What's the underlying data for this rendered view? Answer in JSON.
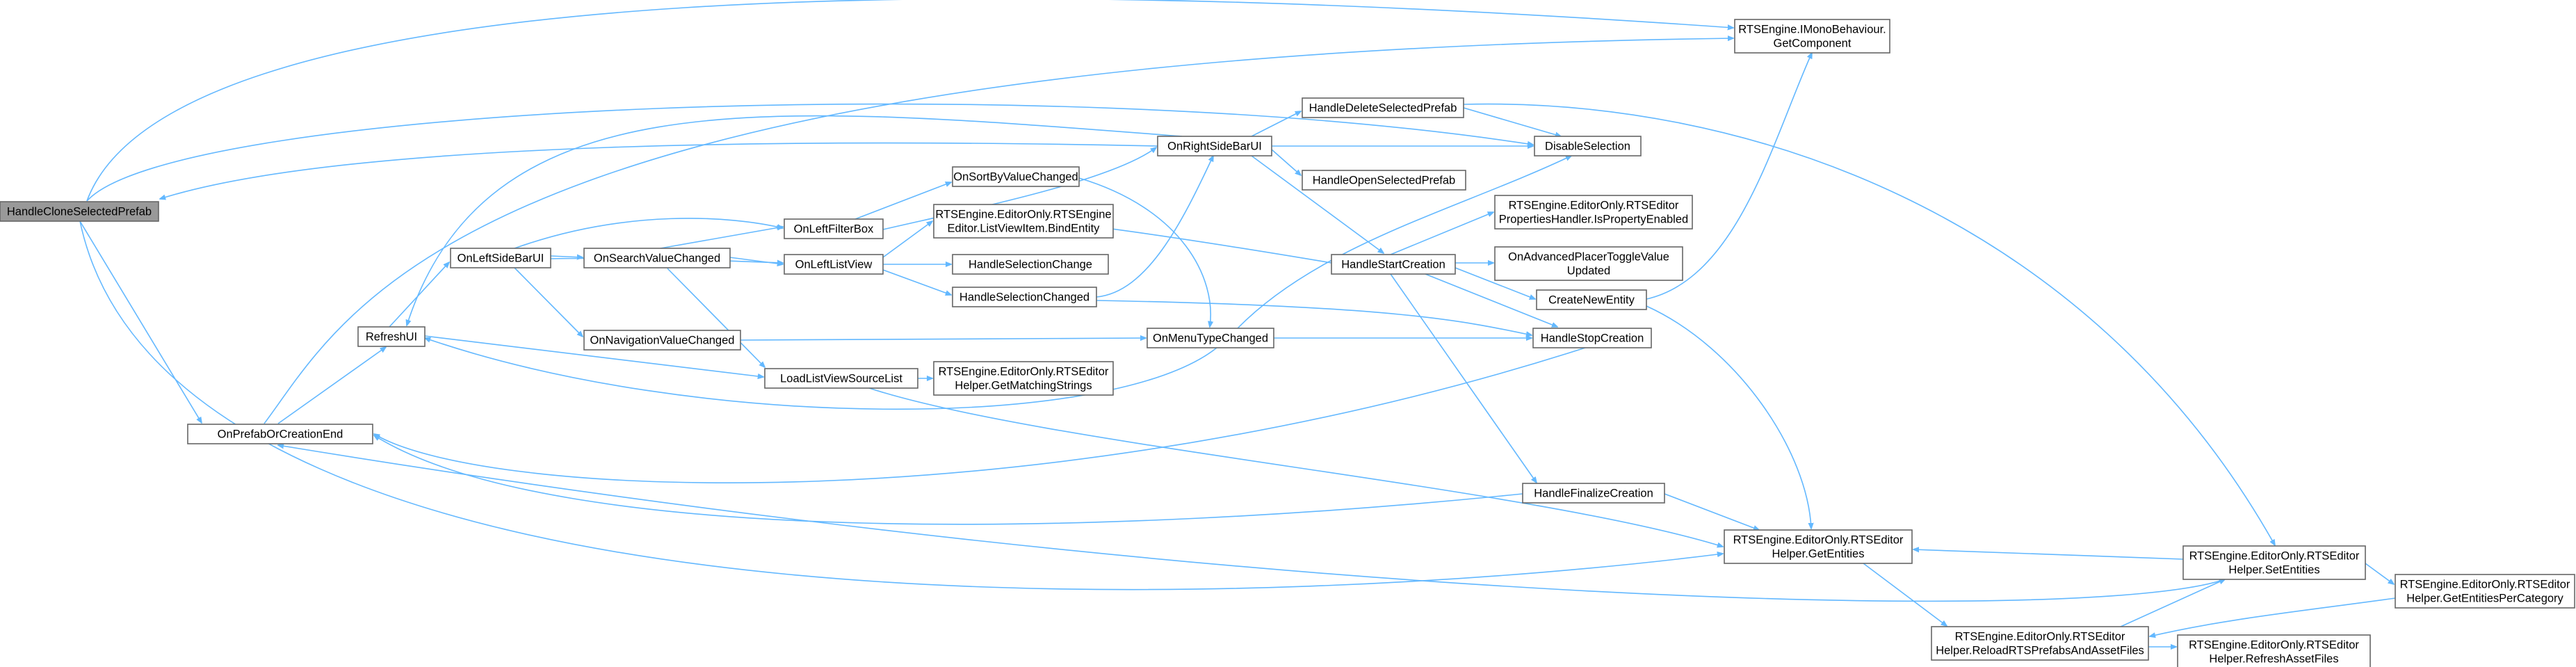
{
  "diagram": {
    "type": "call-graph",
    "nodes": [
      {
        "id": "n0",
        "lines": [
          "HandleCloneSelectedPrefab"
        ],
        "root": true
      },
      {
        "id": "n1",
        "lines": [
          "OnPrefabOrCreationEnd"
        ]
      },
      {
        "id": "n2",
        "lines": [
          "RefreshUI"
        ]
      },
      {
        "id": "n3",
        "lines": [
          "OnLeftSideBarUI"
        ]
      },
      {
        "id": "n4",
        "lines": [
          "OnSearchValueChanged"
        ]
      },
      {
        "id": "n5",
        "lines": [
          "OnNavigationValueChanged"
        ]
      },
      {
        "id": "n6",
        "lines": [
          "OnLeftFilterBox"
        ]
      },
      {
        "id": "n7",
        "lines": [
          "OnLeftListView"
        ]
      },
      {
        "id": "n8",
        "lines": [
          "LoadListViewSourceList"
        ]
      },
      {
        "id": "n9",
        "lines": [
          "OnSortByValueChanged"
        ]
      },
      {
        "id": "n10",
        "lines": [
          "RTSEngine.EditorOnly.RTSEngine",
          "Editor.ListViewItem.BindEntity"
        ]
      },
      {
        "id": "n11",
        "lines": [
          "HandleSelectionChange"
        ]
      },
      {
        "id": "n12",
        "lines": [
          "HandleSelectionChanged"
        ]
      },
      {
        "id": "n13",
        "lines": [
          "RTSEngine.EditorOnly.RTSEditor",
          "Helper.GetMatchingStrings"
        ]
      },
      {
        "id": "n14",
        "lines": [
          "OnRightSideBarUI"
        ]
      },
      {
        "id": "n15",
        "lines": [
          "OnMenuTypeChanged"
        ]
      },
      {
        "id": "n16",
        "lines": [
          "HandleDeleteSelectedPrefab"
        ]
      },
      {
        "id": "n17",
        "lines": [
          "HandleOpenSelectedPrefab"
        ]
      },
      {
        "id": "n18",
        "lines": [
          "HandleStartCreation"
        ]
      },
      {
        "id": "n19",
        "lines": [
          "HandleFinalizeCreation"
        ]
      },
      {
        "id": "n20",
        "lines": [
          "DisableSelection"
        ]
      },
      {
        "id": "n21",
        "lines": [
          "RTSEngine.EditorOnly.RTSEditor",
          "PropertiesHandler.IsPropertyEnabled"
        ]
      },
      {
        "id": "n22",
        "lines": [
          "OnAdvancedPlacerToggleValue",
          "Updated"
        ]
      },
      {
        "id": "n23",
        "lines": [
          "CreateNewEntity"
        ]
      },
      {
        "id": "n24",
        "lines": [
          "HandleStopCreation"
        ]
      },
      {
        "id": "n25",
        "lines": [
          "RTSEngine.IMonoBehaviour.",
          "GetComponent"
        ]
      },
      {
        "id": "n26",
        "lines": [
          "RTSEngine.EditorOnly.RTSEditor",
          "Helper.GetEntities"
        ]
      },
      {
        "id": "n27",
        "lines": [
          "RTSEngine.EditorOnly.RTSEditor",
          "Helper.ReloadRTSPrefabsAndAssetFiles"
        ]
      },
      {
        "id": "n28",
        "lines": [
          "RTSEngine.EditorOnly.RTSEditor",
          "Helper.SetEntities"
        ]
      },
      {
        "id": "n29",
        "lines": [
          "RTSEngine.EditorOnly.RTSEditor",
          "Helper.RefreshAssetFiles"
        ]
      },
      {
        "id": "n30",
        "lines": [
          "RTSEngine.EditorOnly.RTSEditor",
          "Helper.GetEntitiesPerCategory"
        ]
      }
    ],
    "colors": {
      "edge": "#63b8ff",
      "root_fill": "#999999",
      "node_border": "#666666"
    }
  }
}
